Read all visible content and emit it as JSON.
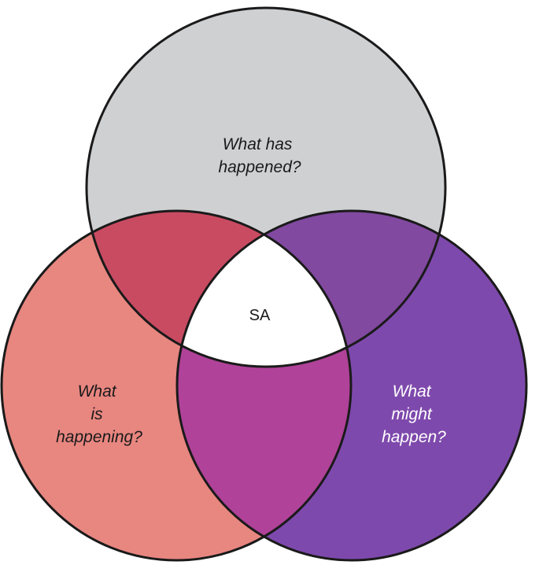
{
  "diagram": {
    "type": "venn",
    "sets": [
      {
        "id": "past",
        "lines": [
          "What has",
          "happened?"
        ],
        "color": "#cfd0d2",
        "text_color": "#1a1a1a"
      },
      {
        "id": "present",
        "lines": [
          "What",
          "is",
          "happening?"
        ],
        "color": "#e88680",
        "text_color": "#1a1a1a"
      },
      {
        "id": "future",
        "lines": [
          "What",
          "might",
          "happen?"
        ],
        "color": "#7e49ac",
        "text_color": "#ffffff"
      }
    ],
    "overlaps": {
      "past_present": "#c94b62",
      "past_future": "#8149a0",
      "present_future": "#b04299",
      "all": "#ffffff"
    },
    "center_label": "SA",
    "outline_color": "#1a1a1a"
  }
}
